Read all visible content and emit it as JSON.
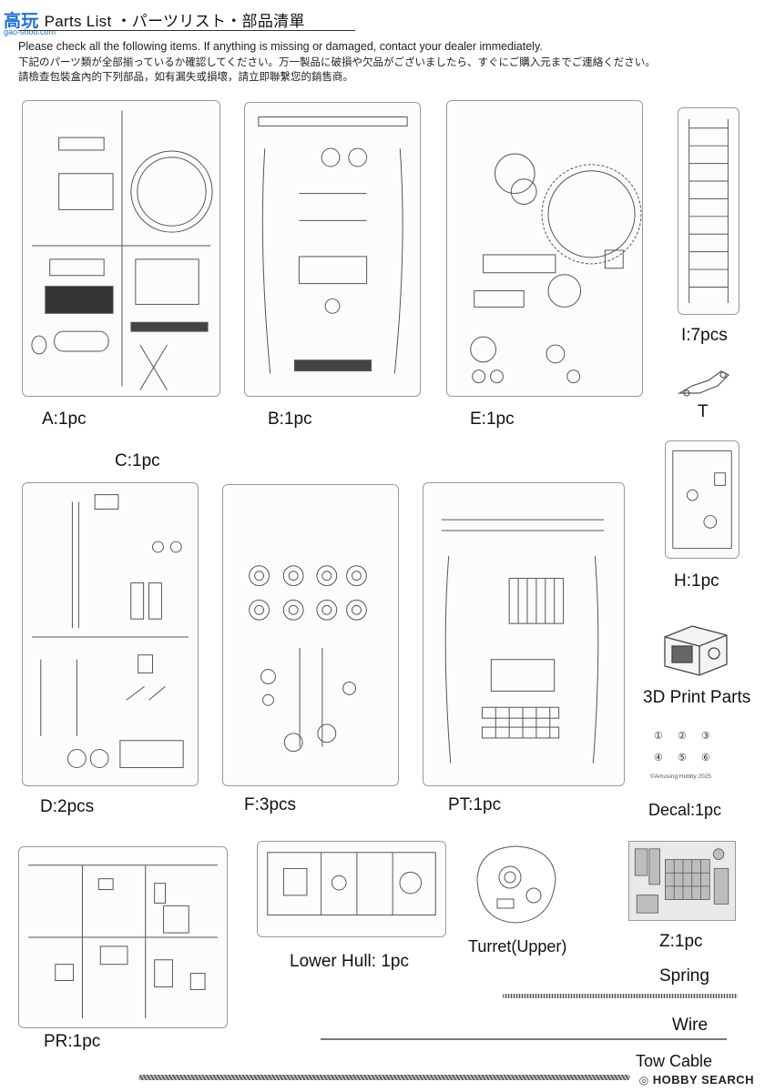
{
  "header": {
    "logo_text": "高玩",
    "logo_sub": "gao-shou.com",
    "title": "Parts List ・パーツリスト・部品清單"
  },
  "notice": {
    "en": "Please check all the following items. If anything is missing or damaged, contact your dealer immediately.",
    "ja": "下記のパーツ類が全部揃っているか確認してください。万一製品に破損や欠品がございましたら、すぐにご購入元までご連絡ください。",
    "zh": "請檢查包裝盒內的下列部品，如有漏失或損壞，請立即聯繫您的銷售商。"
  },
  "parts": {
    "a": "A:1pc",
    "b": "B:1pc",
    "e": "E:1pc",
    "i": "I:7pcs",
    "t": "T",
    "c": "C:1pc",
    "h": "H:1pc",
    "print3d": "3D Print Parts",
    "d": "D:2pcs",
    "f": "F:3pcs",
    "pt": "PT:1pc",
    "decal": "Decal:1pc",
    "pr": "PR:1pc",
    "lower_hull": "Lower Hull: 1pc",
    "turret": "Turret(Upper)",
    "z": "Z:1pc",
    "spring": "Spring",
    "wire": "Wire",
    "tow_cable": "Tow Cable"
  },
  "decal_sheet": {
    "markings": [
      "①",
      "②",
      "③",
      "④",
      "⑤",
      "⑥"
    ],
    "copyright": "©Amusing Hobby 2025"
  },
  "footer": {
    "brand": "HOBBY SEARCH"
  },
  "colors": {
    "sprue_outline": "#9a9a9a",
    "part_line": "#555555",
    "logo_blue": "#1e6fd6"
  }
}
